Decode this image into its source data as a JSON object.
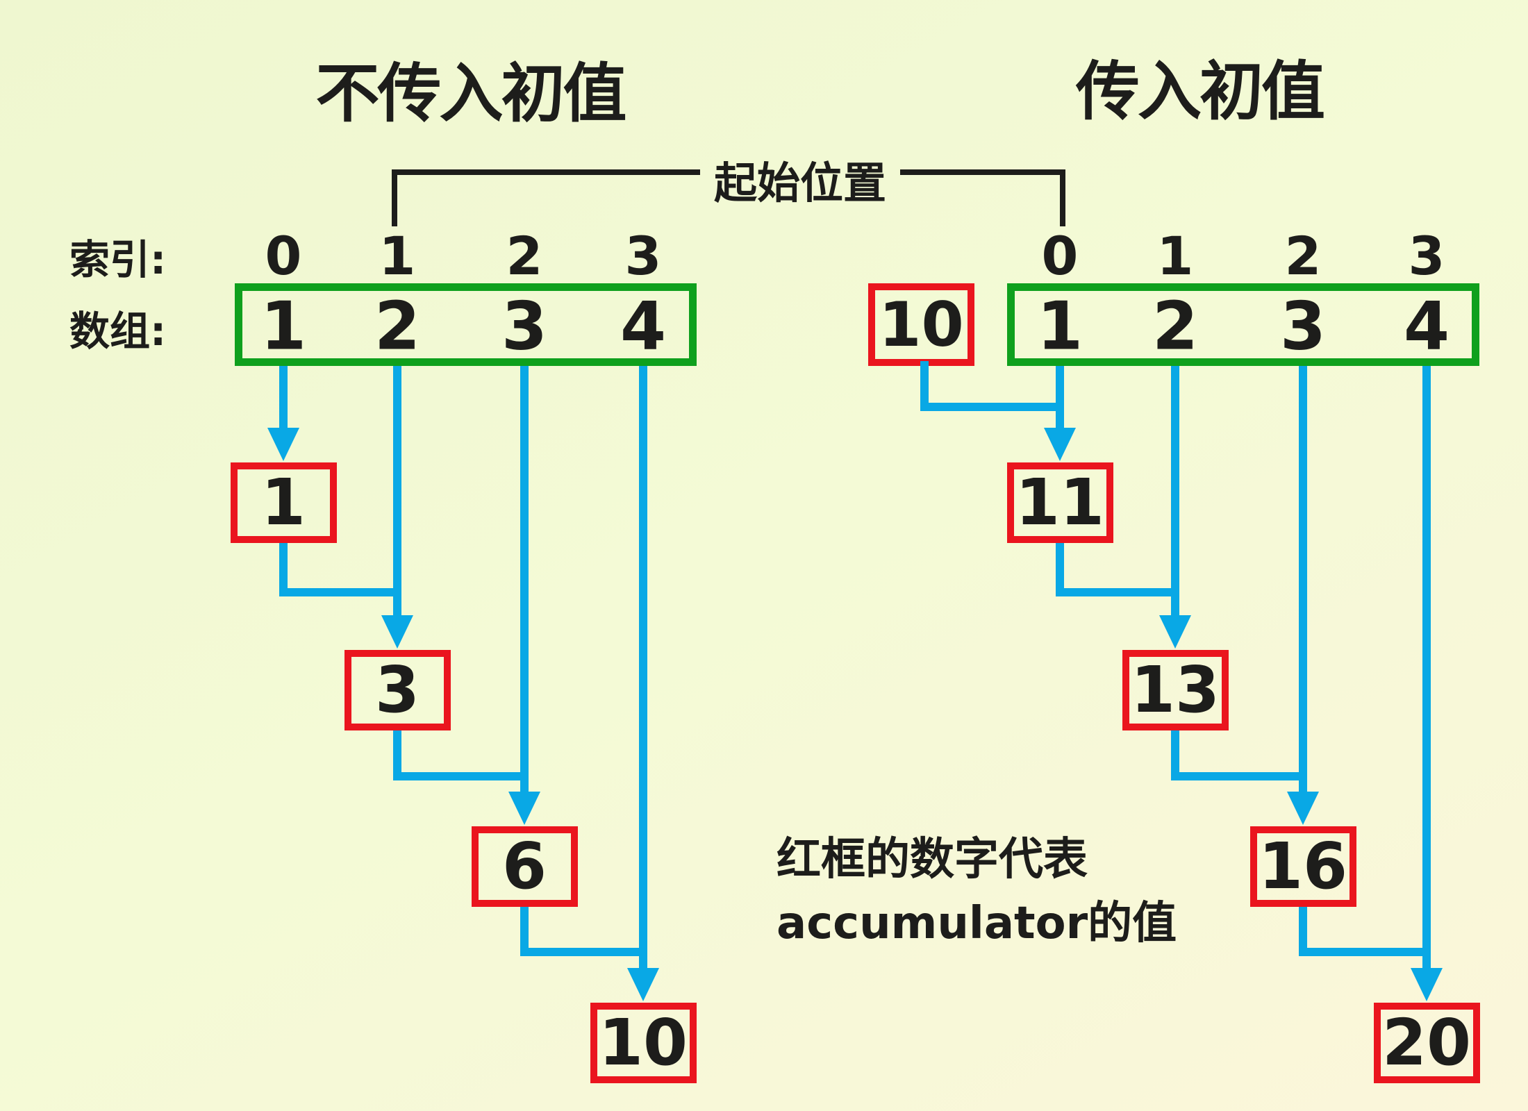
{
  "diagram": {
    "title_left": "不传入初值",
    "title_right": "传入初值",
    "bracket_label": "起始位置",
    "index_row_label": "索引:",
    "array_row_label": "数组:",
    "index_values": [
      "0",
      "1",
      "2",
      "3"
    ],
    "left_panel": {
      "array_values": [
        "1",
        "2",
        "3",
        "4"
      ],
      "accumulator_values": [
        "1",
        "3",
        "6",
        "10"
      ]
    },
    "right_panel": {
      "initial_value": "10",
      "array_values": [
        "1",
        "2",
        "3",
        "4"
      ],
      "accumulator_values": [
        "11",
        "13",
        "16",
        "20"
      ]
    },
    "note_line1": "红框的数字代表",
    "note_line2": "accumulator的值",
    "colors": {
      "background_top": "#eff7d0",
      "background_bottom": "#fbf6da",
      "array_box_border": "#0fa01d",
      "accumulator_box_border": "#ea151e",
      "flow_line": "#09a8e5",
      "text": "#1d1d1b"
    }
  }
}
